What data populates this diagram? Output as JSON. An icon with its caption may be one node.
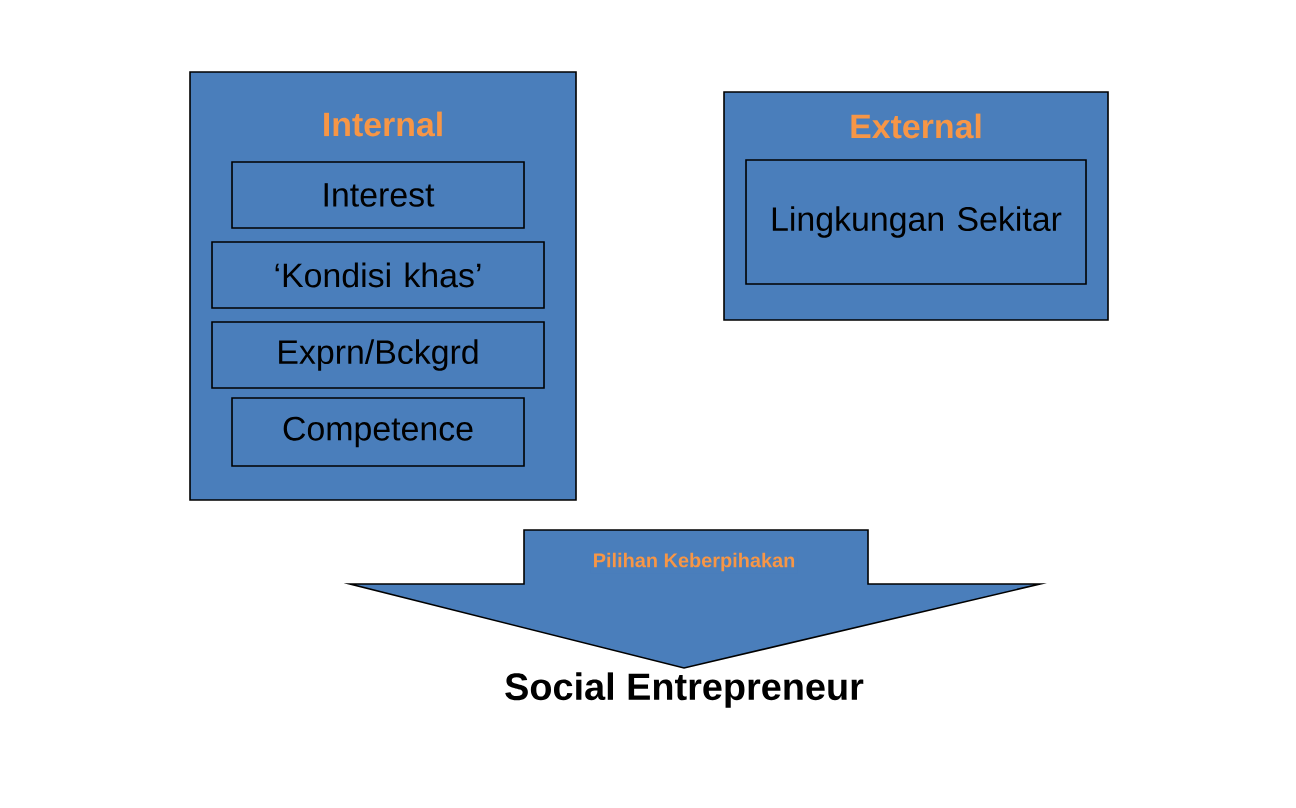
{
  "diagram": {
    "nodes": [
      {
        "text": [
          "Internal"
        ]
      },
      {
        "text": [
          "Interest"
        ],
        "in": 0
      },
      {
        "text": [
          "‘Kondisi khas’"
        ],
        "in": 0
      },
      {
        "text": [
          "Exprn/Bckgrd"
        ],
        "in": 0
      },
      {
        "text": [
          "Competence"
        ],
        "in": 0
      },
      {
        "text": [
          "External"
        ]
      },
      {
        "text": [
          "Lingkungan Sekitar"
        ],
        "in": 5
      },
      {
        "text": [
          "Social Entrepreneur"
        ]
      }
    ],
    "edges": [
      {
        "from": null,
        "to": 7,
        "arrow": "to",
        "label": "Pilihan Keberpihakan"
      }
    ]
  }
}
